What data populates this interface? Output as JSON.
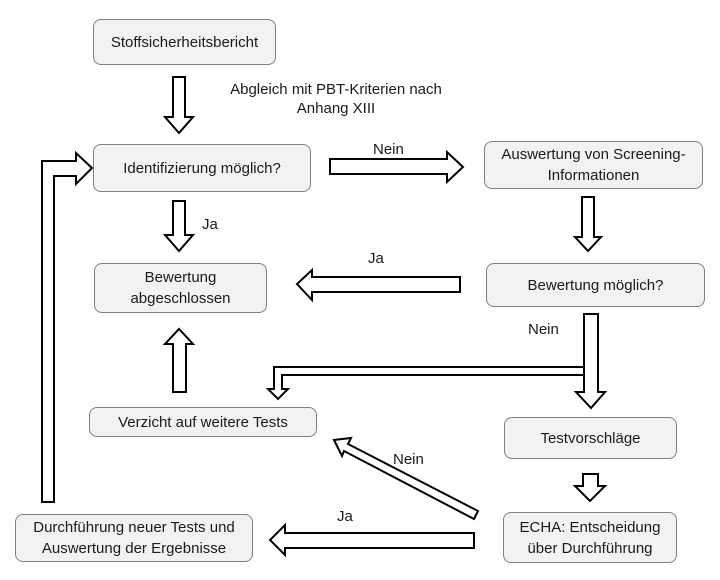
{
  "diagram": {
    "type": "flowchart",
    "language": "de",
    "nodes": {
      "stoffsicherheitsbericht": "Stoffsicherheitsbericht",
      "identifizierung": "Identifizierung möglich?",
      "screening": "Auswertung von Screening-Informationen",
      "bewertung_abgeschlossen": "Bewertung abgeschlossen",
      "bewertung_moeglich": "Bewertung möglich?",
      "verzicht": "Verzicht auf weitere Tests",
      "testvorschlaege": "Testvorschläge",
      "echa": "ECHA: Entscheidung über Durchführung",
      "durchfuehrung": "Durchführung neuer Tests und Auswertung der Ergebnisse"
    },
    "node_lines": {
      "screening": [
        "Auswertung von Screening-",
        "Informationen"
      ],
      "bewertung_abgeschlossen": [
        "Bewertung",
        "abgeschlossen"
      ],
      "echa": [
        "ECHA: Entscheidung",
        "über Durchführung"
      ],
      "durchfuehrung": [
        "Durchführung neuer Tests und",
        "Auswertung der Ergebnisse"
      ]
    },
    "edge_labels": {
      "abgleich_line1": "Abgleich mit PBT-Kriterien nach",
      "abgleich_line2": "Anhang XIII",
      "ident_nein": "Nein",
      "ident_ja": "Ja",
      "bewertung_ja": "Ja",
      "bewertung_nein": "Nein",
      "echa_nein": "Nein",
      "echa_ja": "Ja"
    },
    "edges": [
      {
        "from": "stoffsicherheitsbericht",
        "to": "identifizierung",
        "label": "Abgleich mit PBT-Kriterien nach Anhang XIII"
      },
      {
        "from": "identifizierung",
        "to": "screening",
        "label": "Nein"
      },
      {
        "from": "identifizierung",
        "to": "bewertung_abgeschlossen",
        "label": "Ja"
      },
      {
        "from": "screening",
        "to": "bewertung_moeglich",
        "label": ""
      },
      {
        "from": "bewertung_moeglich",
        "to": "bewertung_abgeschlossen",
        "label": "Ja"
      },
      {
        "from": "bewertung_moeglich",
        "to": "testvorschlaege",
        "label": "Nein"
      },
      {
        "from": "bewertung_moeglich",
        "to": "verzicht",
        "label": "Nein"
      },
      {
        "from": "verzicht",
        "to": "bewertung_abgeschlossen",
        "label": ""
      },
      {
        "from": "testvorschlaege",
        "to": "echa",
        "label": ""
      },
      {
        "from": "echa",
        "to": "verzicht",
        "label": "Nein"
      },
      {
        "from": "echa",
        "to": "durchfuehrung",
        "label": "Ja"
      },
      {
        "from": "durchfuehrung",
        "to": "identifizierung",
        "label": ""
      }
    ]
  }
}
